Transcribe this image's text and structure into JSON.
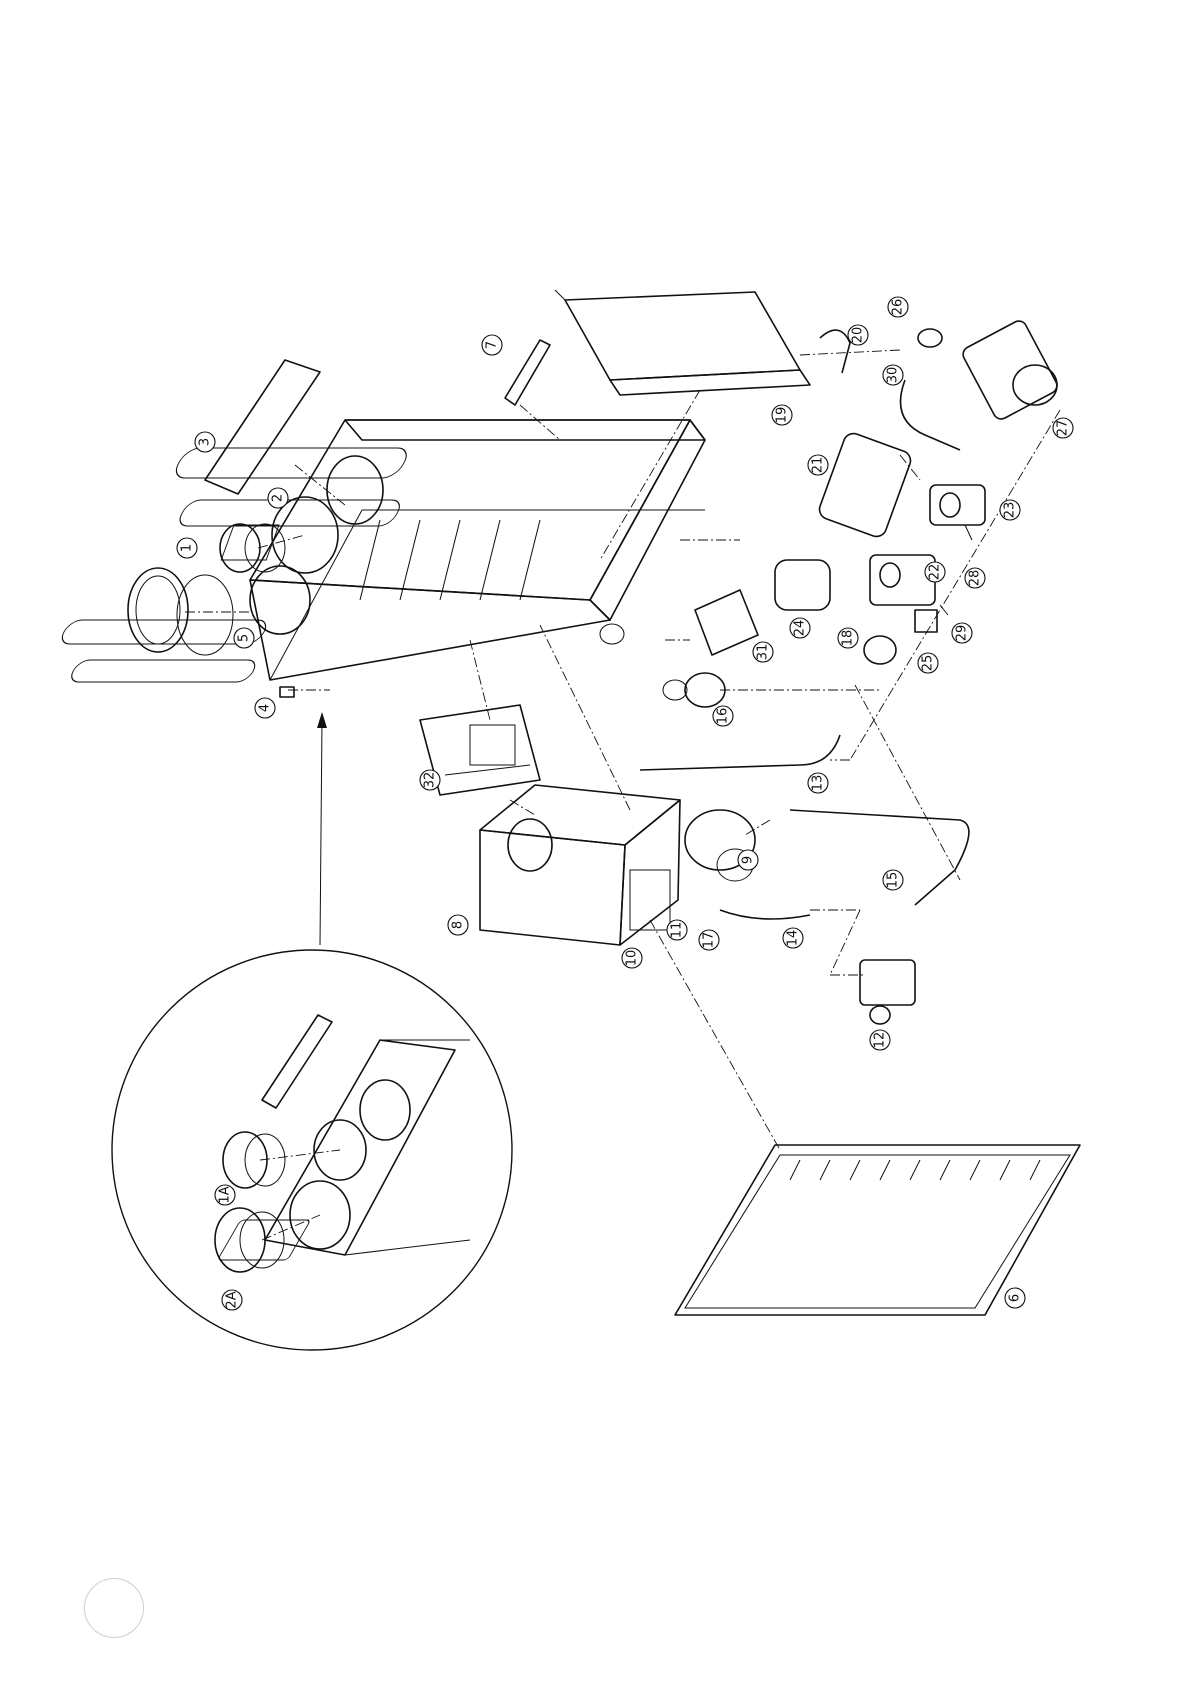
{
  "diagram": {
    "view": "exploded parts view",
    "detail_view": "inset detail of flue adaptor variant",
    "callouts": [
      {
        "id": "c1",
        "label": "1"
      },
      {
        "id": "c2",
        "label": "2"
      },
      {
        "id": "c3",
        "label": "3"
      },
      {
        "id": "c4",
        "label": "4"
      },
      {
        "id": "c5",
        "label": "5"
      },
      {
        "id": "c6",
        "label": "6"
      },
      {
        "id": "c7",
        "label": "7"
      },
      {
        "id": "c8",
        "label": "8"
      },
      {
        "id": "c9",
        "label": "9"
      },
      {
        "id": "c10",
        "label": "10"
      },
      {
        "id": "c11",
        "label": "11"
      },
      {
        "id": "c12",
        "label": "12"
      },
      {
        "id": "c13",
        "label": "13"
      },
      {
        "id": "c14",
        "label": "14"
      },
      {
        "id": "c15",
        "label": "15"
      },
      {
        "id": "c16",
        "label": "16"
      },
      {
        "id": "c17",
        "label": "17"
      },
      {
        "id": "c18",
        "label": "18"
      },
      {
        "id": "c19",
        "label": "19"
      },
      {
        "id": "c20",
        "label": "20"
      },
      {
        "id": "c21",
        "label": "21"
      },
      {
        "id": "c22",
        "label": "22"
      },
      {
        "id": "c23",
        "label": "23"
      },
      {
        "id": "c24",
        "label": "24"
      },
      {
        "id": "c25",
        "label": "25"
      },
      {
        "id": "c26",
        "label": "26"
      },
      {
        "id": "c27",
        "label": "27"
      },
      {
        "id": "c28",
        "label": "28"
      },
      {
        "id": "c29",
        "label": "29"
      },
      {
        "id": "c30",
        "label": "30"
      },
      {
        "id": "c31",
        "label": "31"
      },
      {
        "id": "c32",
        "label": "32"
      },
      {
        "id": "c1A",
        "label": "1A"
      },
      {
        "id": "c2A",
        "label": "2A"
      }
    ]
  }
}
